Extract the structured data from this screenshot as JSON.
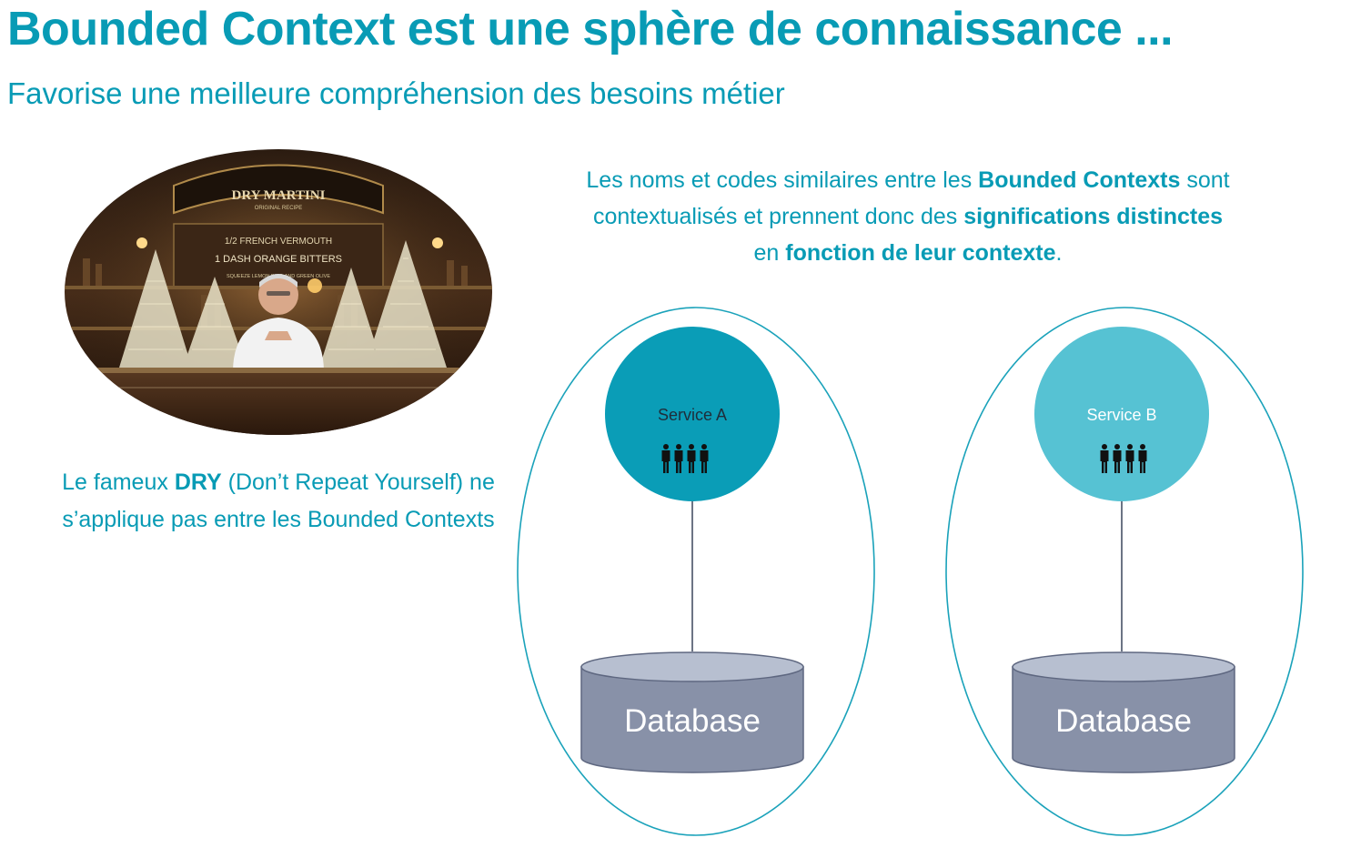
{
  "slide": {
    "title": "Bounded Context est une sphère de connaissance ...",
    "subtitle": "Favorise une meilleure compréhension des besoins métier"
  },
  "colors": {
    "accent": "#089bb5",
    "service_a": "#0a9db7",
    "service_b": "#56c2d3",
    "ellipse_border": "#1aa2ba",
    "db_top": "#b7bfd0",
    "db_body": "#8891a8",
    "connector": "#5b6476"
  },
  "photo": {
    "bar_sign": "DRY MARTINI",
    "bar_sign_sub": "ORIGINAL RECIPE",
    "recipe_line1": "1/2 FRENCH VERMOUTH",
    "recipe_line2": "1 DASH ORANGE BITTERS",
    "recipe_line3": "SQUEEZE LEMON RIND AND GREEN OLIVE"
  },
  "right_text": {
    "part1": "Les noms et codes similaires entre les ",
    "bold1": "Bounded Contexts",
    "part2": " sont contextualisés et prennent donc des ",
    "bold2": "significations distinctes",
    "part3": " en ",
    "bold3": "fonction de leur contexte",
    "part4": "."
  },
  "left_text": {
    "part1": "Le fameux ",
    "bold1": "DRY",
    "part2": " (Don’t Repeat Yourself) ne s’applique pas entre les Bounded Contexts"
  },
  "contexts": [
    {
      "service_label": "Service A",
      "service_icon": "people-group-icon",
      "db_label": "Database"
    },
    {
      "service_label": "Service B",
      "service_icon": "people-group-icon",
      "db_label": "Database"
    }
  ]
}
